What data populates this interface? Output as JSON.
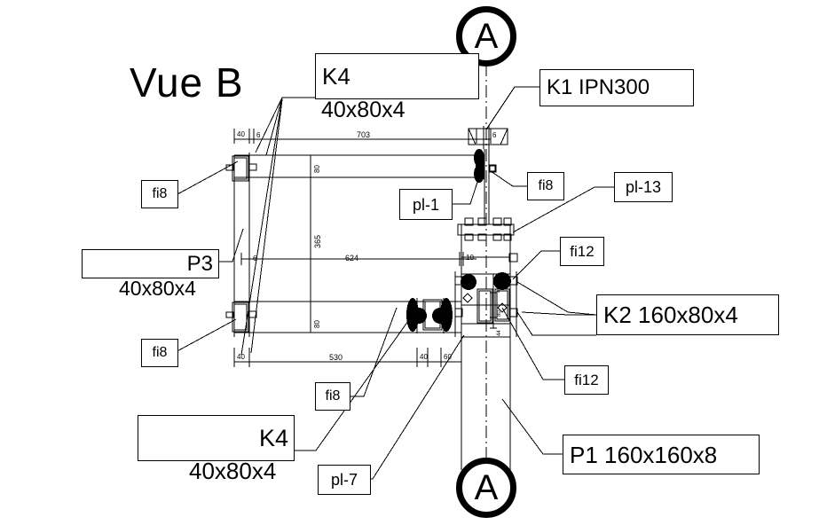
{
  "drawing": {
    "view_title": "Vue B",
    "section_marks": [
      {
        "id": "section-mark-top",
        "letter": "A"
      },
      {
        "id": "section-mark-bottom",
        "letter": "A"
      }
    ],
    "callouts": [
      {
        "name": "callout-k4-top",
        "label": "K4",
        "sublabel": "40x80x4"
      },
      {
        "name": "callout-k1-ipn300",
        "label": "K1 IPN300",
        "sublabel": ""
      },
      {
        "name": "callout-fi8-top-left",
        "label": "fi8",
        "sublabel": ""
      },
      {
        "name": "callout-fi8-top-right",
        "label": "fi8",
        "sublabel": ""
      },
      {
        "name": "callout-pl-1",
        "label": "pl-1",
        "sublabel": ""
      },
      {
        "name": "callout-pl-13",
        "label": "pl-13",
        "sublabel": ""
      },
      {
        "name": "callout-p3",
        "label": "P3",
        "sublabel": "40x80x4"
      },
      {
        "name": "callout-fi12-upper",
        "label": "fi12",
        "sublabel": ""
      },
      {
        "name": "callout-k2",
        "label": "K2 160x80x4",
        "sublabel": ""
      },
      {
        "name": "callout-fi8-bottom-left",
        "label": "fi8",
        "sublabel": ""
      },
      {
        "name": "callout-fi12-lower",
        "label": "fi12",
        "sublabel": ""
      },
      {
        "name": "callout-fi8-mid",
        "label": "fi8",
        "sublabel": ""
      },
      {
        "name": "callout-k4-bottom",
        "label": "K4",
        "sublabel": "40x80x4"
      },
      {
        "name": "callout-pl-7",
        "label": "pl-7",
        "sublabel": ""
      },
      {
        "name": "callout-p1",
        "label": "P1 160x160x8",
        "sublabel": ""
      }
    ],
    "dimensions": {
      "top_chain": [
        "40",
        "6",
        "703",
        "6"
      ],
      "middle_chain": [
        "6",
        "624",
        "10"
      ],
      "bottom_chain": [
        "40",
        "530",
        "40",
        "60"
      ],
      "vertical_chain": [
        "80",
        "365",
        "80"
      ],
      "column_detail": [
        "44",
        "80",
        "44"
      ]
    },
    "colors": {
      "line": "#000000",
      "background": "#ffffff"
    }
  }
}
